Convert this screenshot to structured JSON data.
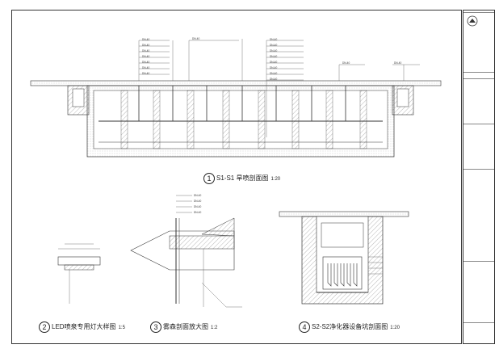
{
  "views": {
    "v1": {
      "num": "1",
      "title": "S1-S1 旱喷剖面图",
      "scale": "1:20"
    },
    "v2": {
      "num": "2",
      "title": "LED喷泉专用灯大样图",
      "scale": "1:5"
    },
    "v3": {
      "num": "3",
      "title": "雾森剖面放大图",
      "scale": "1:2"
    },
    "v4": {
      "num": "4",
      "title": "S2-S2净化器设备坑剖面图",
      "scale": "1:20"
    }
  },
  "v1_notes_left": [
    "DN-40",
    "DN-40",
    "DN-40",
    "DN-40",
    "DN-40",
    "DN-40",
    "DN-40"
  ],
  "v1_notes_right": [
    "DN-40",
    "DN-40",
    "DN-40",
    "DN-40",
    "DN-40",
    "DN-40",
    "DN-40",
    "DN-40",
    "DN-40",
    "DN-40"
  ],
  "v1_note_mid": "DN-40",
  "v1_right_tags": [
    "DN-40"
  ],
  "v2_notes": [],
  "v3_notes": [
    "DN-40",
    "DN-40",
    "DN-40",
    "DN-40"
  ],
  "v4_notes": [],
  "title_block": [],
  "colors": {
    "line": "#333333",
    "hatch": "#8a8a8a",
    "fill": "#eeeeee"
  }
}
